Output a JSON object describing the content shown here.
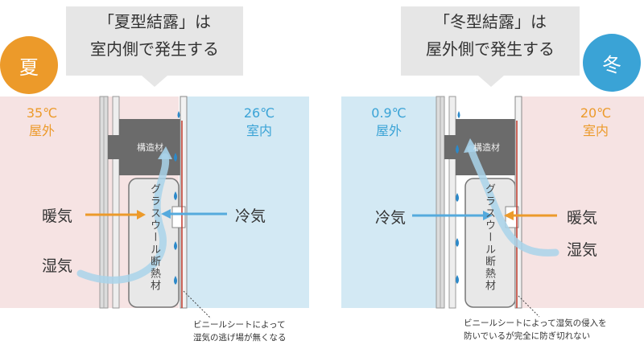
{
  "summer": {
    "badge": "夏",
    "callout_line1": "「夏型結露」は",
    "callout_line2": "室内側で発生する",
    "outdoor_temp": "35℃",
    "outdoor_label": "屋外",
    "indoor_temp": "26℃",
    "indoor_label": "室内",
    "structure_label": "構造材",
    "insulation_label": "グラスウール断熱材",
    "warm_air_label": "暖気",
    "cold_air_label": "冷気",
    "humid_air_label": "湿気",
    "note_line1": "ビニールシートによって",
    "note_line2": "湿気の逃げ場が無くなる"
  },
  "winter": {
    "badge": "冬",
    "callout_line1": "「冬型結露」は",
    "callout_line2": "屋外側で発生する",
    "outdoor_temp": "0.9℃",
    "outdoor_label": "屋外",
    "indoor_temp": "20℃",
    "indoor_label": "室内",
    "structure_label": "構造材",
    "insulation_label": "グラスウール断熱材",
    "cold_air_label": "冷気",
    "warm_air_label": "暖気",
    "humid_air_label": "湿気",
    "note_line1": "ビニールシートによって湿気の侵入を",
    "note_line2": "防いでいるが完全に防ぎ切れない"
  },
  "colors": {
    "summer_accent": "#ec9a2a",
    "winter_accent": "#3aa3d6",
    "warm_bg": "#f6e3e3",
    "cool_bg": "#d3e9f4",
    "callout_bg": "#e6e6e6",
    "structure": "#6b6b6b",
    "insulation": "#e8e8e8",
    "vinyl_sheet": "#c0392b",
    "droplet": "#2c89c9"
  }
}
